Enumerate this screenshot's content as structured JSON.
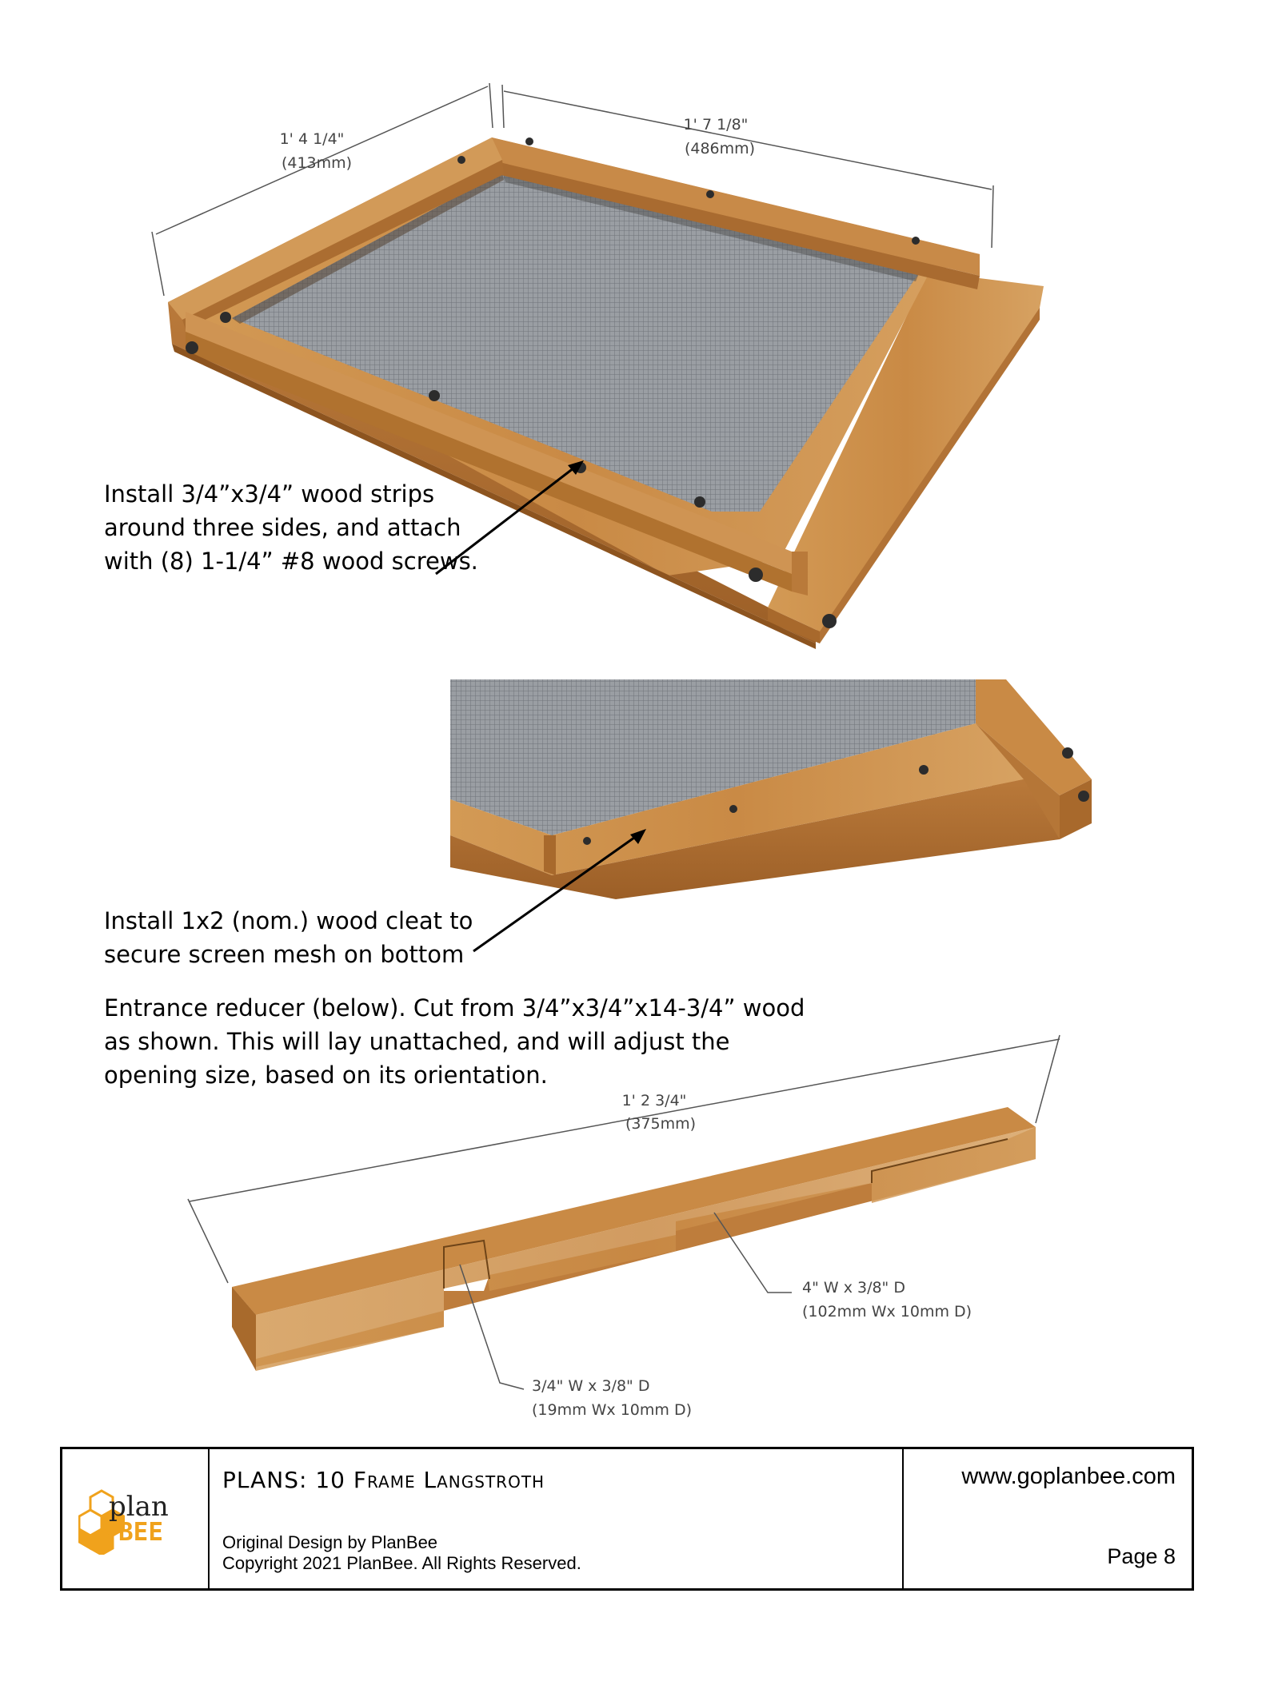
{
  "figure1": {
    "dim_width": "1' 4 1/4\"",
    "dim_width_mm": "(413mm)",
    "dim_length": "1' 7 1/8\"",
    "dim_length_mm": "(486mm)",
    "callout_lines": [
      "Install 3/4”x3/4” wood strips",
      "around three sides, and attach",
      "with (8) 1-1/4” #8 wood screws."
    ]
  },
  "figure2": {
    "callout_lines": [
      "Install 1x2 (nom.) wood cleat to",
      "secure screen mesh on bottom"
    ]
  },
  "reducer": {
    "text_lines": [
      "Entrance reducer (below).  Cut from 3/4”x3/4”x14-3/4” wood",
      "as shown.  This will lay unattached, and will adjust the",
      "opening size, based on its orientation."
    ],
    "dim_length": "1' 2 3/4\"",
    "dim_length_mm": "(375mm)",
    "notch_large": "4\" W x 3/8\" D",
    "notch_large_mm": "(102mm Wx 10mm D)",
    "notch_small": "3/4\" W x 3/8\" D",
    "notch_small_mm": "(19mm Wx 10mm D)"
  },
  "footer": {
    "logo_plan": "plan",
    "logo_bee": "BEE",
    "plans_title": "PLANS: 10 Frame Langstroth",
    "website": "www.goplanbee.com",
    "credit_line1": "Original Design by PlanBee",
    "credit_line2": "Copyright 2021 PlanBee. All Rights Reserved.",
    "page": "Page 8"
  },
  "colors": {
    "wood": "#c98a45",
    "wood_dark": "#a8692c",
    "mesh": "#8f9398",
    "logo_orange": "#f0a21c"
  }
}
